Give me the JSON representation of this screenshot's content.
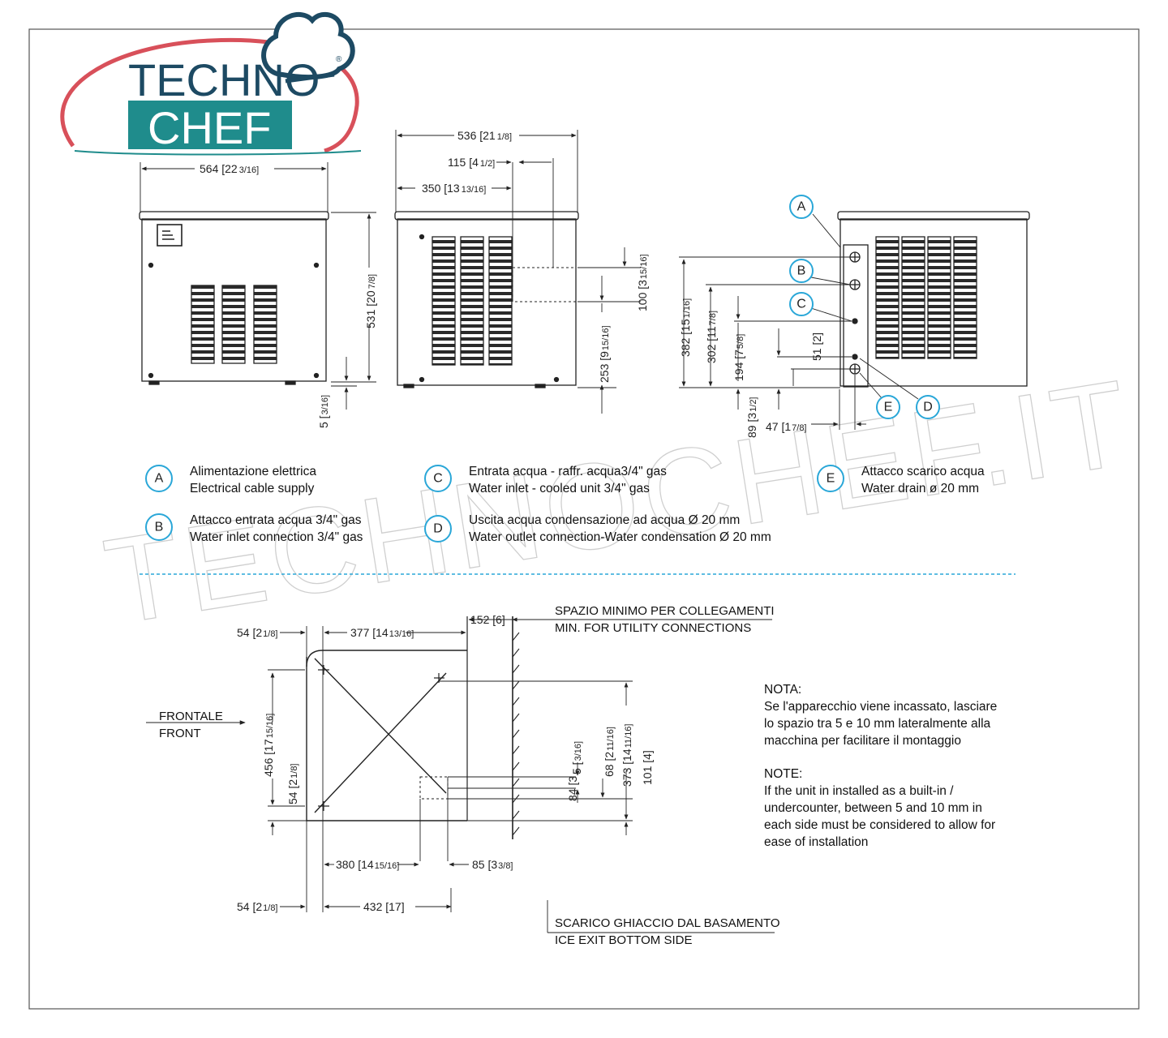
{
  "logo": {
    "line1": "TECHNO",
    "line2": "CHEF",
    "registered": "®"
  },
  "watermark": "TECHNOCHEF.IT",
  "colors": {
    "brand_red": "#d8505a",
    "brand_teal": "#1f8c8c",
    "brand_navy": "#1d4a63",
    "accent_blue": "#2aa7d8",
    "line": "#222222",
    "cool_gray": "#dcdcdc"
  },
  "front_view": {
    "width": "564 [22",
    "width_frac": "3/16]",
    "height": "531 [20",
    "height_frac": "7/8]",
    "foot": "5 [",
    "foot_frac": "3/16]"
  },
  "side_view": {
    "width": "536 [21",
    "width_frac": "1/8]",
    "dim_115": "115 [4",
    "dim_115_frac": "1/2]",
    "dim_350": "350 [13",
    "dim_350_frac": "13/16]",
    "dim_100": "100 [3",
    "dim_100_frac": "15/16]",
    "dim_253": "253 [9",
    "dim_253_frac": "15/16]"
  },
  "rear_view": {
    "dim_382": "382 [15",
    "dim_382_frac": "1/16]",
    "dim_302": "302 [11",
    "dim_302_frac": "7/8]",
    "dim_194": "194 [7",
    "dim_194_frac": "5/8]",
    "dim_51": "51 [2]",
    "dim_89": "89 [3",
    "dim_89_frac": "1/2]",
    "dim_47": "47 [1",
    "dim_47_frac": "7/8]"
  },
  "callouts": [
    "A",
    "B",
    "C",
    "D",
    "E"
  ],
  "legend": [
    {
      "letter": "A",
      "it": "Alimentazione elettrica",
      "en": "Electrical cable supply"
    },
    {
      "letter": "B",
      "it": "Attacco entrata acqua 3/4\" gas",
      "en": "Water inlet connection 3/4\" gas"
    },
    {
      "letter": "C",
      "it": "Entrata acqua   - raffr. acqua3/4\" gas",
      "en": "Water inlet - cooled unit 3/4\" gas"
    },
    {
      "letter": "D",
      "it": "Uscita acqua condensazione ad acqua Ø 20 mm",
      "en": "Water outlet connection-Water condensation Ø 20 mm"
    },
    {
      "letter": "E",
      "it": "Attacco scarico acqua",
      "en": "Water drain ø 20 mm"
    }
  ],
  "plan": {
    "dim_54_top": "54 [2",
    "dim_54_top_frac": "1/8]",
    "dim_377": "377 [14",
    "dim_377_frac": "13/16]",
    "dim_152": "152 [6]",
    "space_it": "SPAZIO MINIMO PER COLLEGAMENTI",
    "space_en": "MIN. FOR UTILITY CONNECTIONS",
    "front_it": "FRONTALE",
    "front_en": "FRONT",
    "dim_456": "456 [17",
    "dim_456_frac": "15/16]",
    "dim_54_left": "54 [2",
    "dim_54_left_frac": "1/8]",
    "dim_373": "373 [14",
    "dim_373_frac": "11/16]",
    "dim_68": "68 [2",
    "dim_68_frac": "11/16]",
    "dim_101": "101 [4]",
    "dim_5": "5 [",
    "dim_5_frac": "3/16]",
    "dim_84": "84 [3",
    "dim_380": "380 [14",
    "dim_380_frac": "15/16]",
    "dim_85": "85 [3",
    "dim_85_frac": "3/8]",
    "dim_54_bottom": "54 [2",
    "dim_54_bottom_frac": "1/8]",
    "dim_432": "432 [17]",
    "ice_it": "SCARICO GHIACCIO DAL BASAMENTO",
    "ice_en": "ICE EXIT BOTTOM SIDE"
  },
  "nota": {
    "title_it": "NOTA:",
    "lines_it": [
      "Se l'apparecchio viene incassato, lasciare",
      "lo spazio tra 5 e 10 mm lateralmente alla",
      "macchina per facilitare il montaggio"
    ],
    "title_en": "NOTE:",
    "lines_en": [
      "If the unit in installed as a built-in /",
      "undercounter, between 5 and 10 mm in",
      "each side must be considered to allow for",
      "ease of installation"
    ]
  }
}
